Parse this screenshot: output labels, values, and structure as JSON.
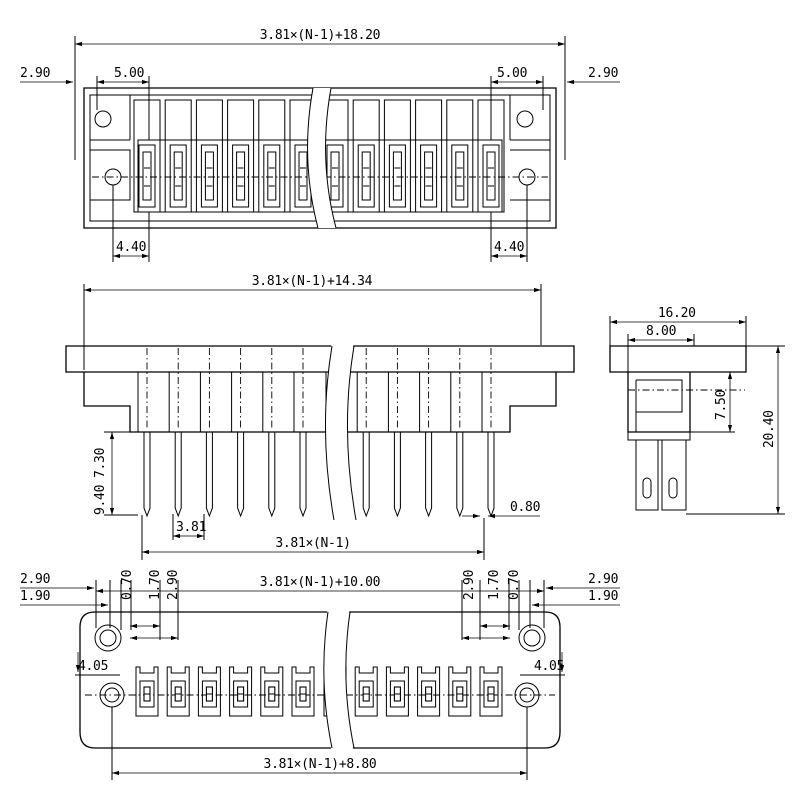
{
  "labels": {
    "top_total": "3.81×(N-1)+18.20",
    "top_left_edge": "2.90",
    "top_left_mid": "5.00",
    "top_right_mid": "5.00",
    "top_right_edge": "2.90",
    "top_left_bottom": "4.40",
    "top_right_bottom": "4.40",
    "side_total": "3.81×(N-1)+14.34",
    "side_pin_len": "9.40",
    "side_pin_len2": "7.30",
    "side_pitch": "3.81",
    "side_pin_dia": "0.80",
    "side_span": "3.81×(N-1)",
    "end_width": "16.20",
    "end_half": "8.00",
    "end_body": "7.50",
    "end_height": "20.40",
    "bot_l_a": "2.90",
    "bot_l_b": "1.90",
    "bot_l_c": "0.70",
    "bot_l_d": "1.70",
    "bot_l_e": "2.90",
    "bot_span": "3.81×(N-1)+10.00",
    "bot_r_e": "2.90",
    "bot_r_d": "1.70",
    "bot_r_c": "0.70",
    "bot_r_a": "2.90",
    "bot_r_b": "1.90",
    "bot_l_f": "4.05",
    "bot_r_f": "4.05",
    "bot_total": "3.81×(N-1)+8.80"
  },
  "pin_count_per_side": 6
}
